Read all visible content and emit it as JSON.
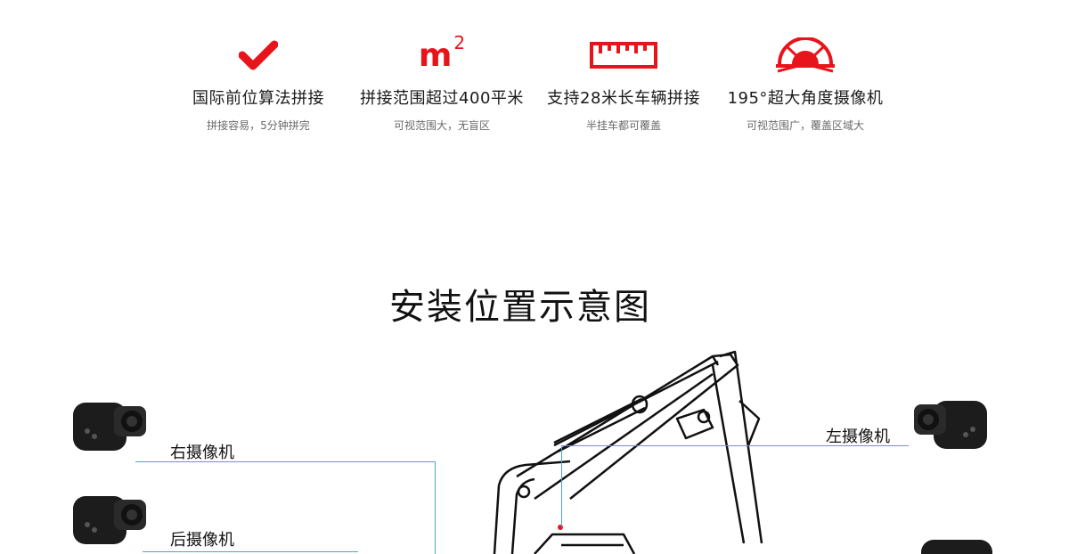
{
  "features": [
    {
      "icon": "check-icon",
      "title": "国际前位算法拼接",
      "subtitle": "拼接容易，5分钟拼完"
    },
    {
      "icon": "square-meter-icon",
      "icon_text": "m",
      "icon_sup": "2",
      "title": "拼接范围超过400平米",
      "subtitle": "可视范围大，无盲区"
    },
    {
      "icon": "ruler-icon",
      "title": "支持28米长车辆拼接",
      "subtitle": "半挂车都可覆盖"
    },
    {
      "icon": "wide-angle-icon",
      "title": "195°超大角度摄像机",
      "subtitle": "可视范围广，覆盖区域大"
    }
  ],
  "section": {
    "title": "安装位置示意图"
  },
  "cameras": {
    "right": "右摄像机",
    "rear": "后摄像机",
    "left": "左摄像机"
  },
  "colors": {
    "accent": "#e8141b",
    "line": "#4aa6c8",
    "camera": "#1c1c1c"
  }
}
